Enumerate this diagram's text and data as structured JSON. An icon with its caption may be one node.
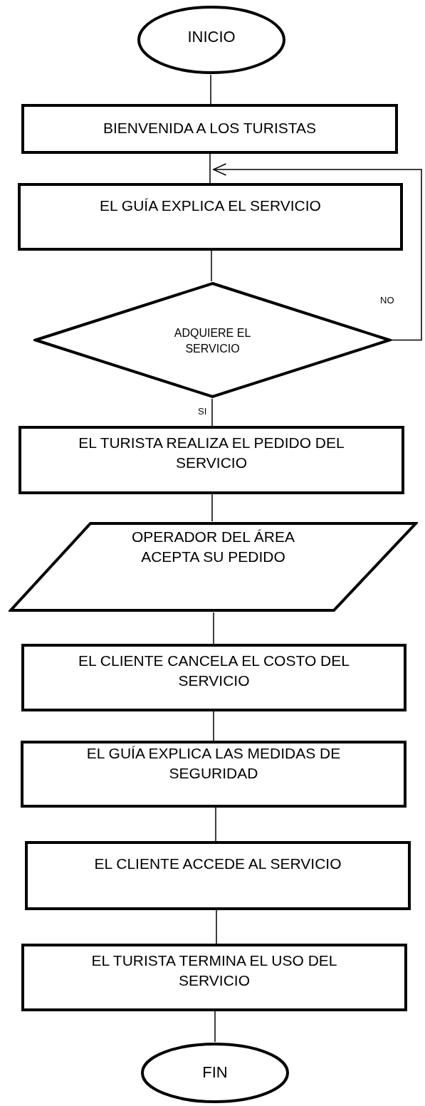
{
  "diagram": {
    "nodes": [
      {
        "text": [
          "INICIO"
        ]
      },
      {
        "text": [
          "BIENVENIDA A LOS TURISTAS"
        ]
      },
      {
        "text": [
          "EL GUÍA EXPLICA EL SERVICIO"
        ]
      },
      {
        "text": [
          "ADQUIERE EL SERVICIO"
        ]
      },
      {
        "text": [
          "EL TURISTA REALIZA EL PEDIDO DEL SERVICIO"
        ]
      },
      {
        "text": [
          "OPERADOR DEL ÁREA ACEPTA SU PEDIDO"
        ]
      },
      {
        "text": [
          "EL CLIENTE CANCELA EL COSTO DEL SERVICIO"
        ]
      },
      {
        "text": [
          "EL GUÍA EXPLICA LAS MEDIDAS DE SEGURIDAD"
        ]
      },
      {
        "text": [
          "EL CLIENTE ACCEDE AL SERVICIO"
        ]
      },
      {
        "text": [
          "EL TURISTA TERMINA EL USO DEL SERVICIO"
        ]
      },
      {
        "text": [
          "FIN"
        ]
      }
    ],
    "edges": [
      {
        "from": 0,
        "to": 1,
        "arrow": "none"
      },
      {
        "from": 1,
        "to": 2,
        "arrow": "none"
      },
      {
        "from": 2,
        "to": 3,
        "arrow": "none"
      },
      {
        "from": 3,
        "to": 4,
        "arrow": "none",
        "label": "SI"
      },
      {
        "from": 3,
        "to": 2,
        "arrow": "to",
        "label": "NO"
      },
      {
        "from": 4,
        "to": 5,
        "arrow": "none"
      },
      {
        "from": 5,
        "to": 6,
        "arrow": "none"
      },
      {
        "from": 6,
        "to": 7,
        "arrow": "none"
      },
      {
        "from": 7,
        "to": 8,
        "arrow": "none"
      },
      {
        "from": 8,
        "to": 9,
        "arrow": "none"
      },
      {
        "from": 9,
        "to": 10,
        "arrow": "none"
      }
    ]
  }
}
